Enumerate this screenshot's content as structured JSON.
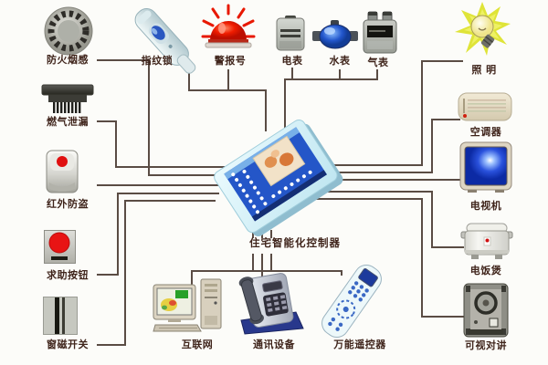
{
  "diagram": {
    "background": "#fcfcf9",
    "wire_color": "#5a4c44",
    "label_color": "#3f241b"
  },
  "controller": {
    "label": "住宅智能化控制器"
  },
  "devices": {
    "left": [
      {
        "id": "smoke-sensor",
        "label": "防火烟感"
      },
      {
        "id": "gas-leak",
        "label": "燃气泄漏"
      },
      {
        "id": "infrared-guard",
        "label": "红外防盗"
      },
      {
        "id": "help-button",
        "label": "求助按钮"
      },
      {
        "id": "window-switch",
        "label": "窗磁开关"
      }
    ],
    "top": [
      {
        "id": "fingerprint-lock",
        "label": "指纹锁"
      },
      {
        "id": "alarm",
        "label": "警报号"
      },
      {
        "id": "electric-meter",
        "label": "电表"
      },
      {
        "id": "water-meter",
        "label": "水表"
      },
      {
        "id": "gas-meter",
        "label": "气表"
      }
    ],
    "right": [
      {
        "id": "lighting",
        "label": "照 明"
      },
      {
        "id": "air-conditioner",
        "label": "空调器"
      },
      {
        "id": "television",
        "label": "电视机"
      },
      {
        "id": "rice-cooker",
        "label": "电饭煲"
      },
      {
        "id": "video-intercom",
        "label": "可视对讲"
      }
    ],
    "bottom": [
      {
        "id": "internet",
        "label": "互联网"
      },
      {
        "id": "comm-device",
        "label": "通讯设备"
      },
      {
        "id": "universal-remote",
        "label": "万能遥控器"
      }
    ]
  }
}
